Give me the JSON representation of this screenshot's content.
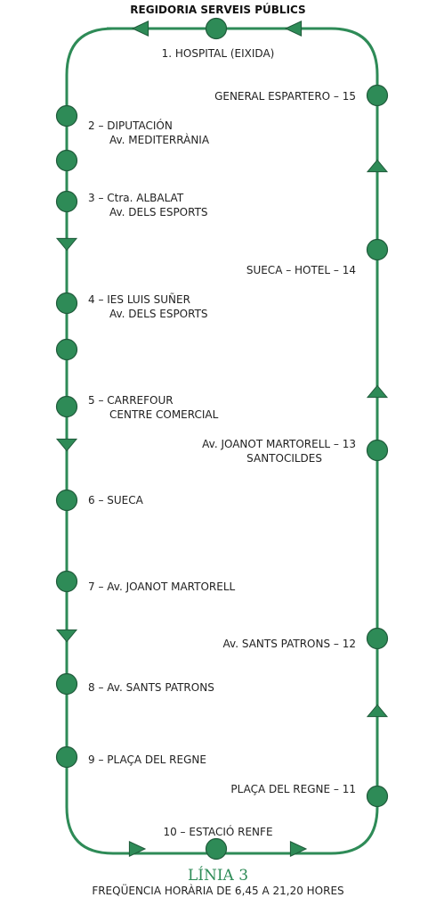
{
  "header": {
    "title": "REGIDORIA SERVEIS PÚBLICS"
  },
  "footer": {
    "line_name": "LÍNIA 3",
    "frequency": "FREQÜENCIA HORÀRIA DE 6,45 A 21,20 HORES"
  },
  "colors": {
    "route": "#2e8b57",
    "stop_fill": "#2e8b57",
    "stop_stroke": "#1f5a3a"
  },
  "stops": {
    "s1": {
      "line1": "1. HOSPITAL (EIXIDA)"
    },
    "s2": {
      "line1": "2 – DIPUTACIÓN",
      "line2": "Av. MEDITERRÀNIA"
    },
    "s3": {
      "line1": "3 – Ctra. ALBALAT",
      "line2": "Av. DELS ESPORTS"
    },
    "s4": {
      "line1": "4 – IES LUIS SUÑER",
      "line2": "Av. DELS ESPORTS"
    },
    "s5": {
      "line1": "5 – CARREFOUR",
      "line2": "CENTRE COMERCIAL"
    },
    "s6": {
      "line1": "6 – SUECA"
    },
    "s7": {
      "line1": "7 – Av. JOANOT MARTORELL"
    },
    "s8": {
      "line1": "8 – Av. SANTS PATRONS"
    },
    "s9": {
      "line1": "9 – PLAÇA DEL REGNE"
    },
    "s10": {
      "line1": "10 – ESTACIÓ RENFE"
    },
    "s11": {
      "line1": "PLAÇA DEL REGNE – 11"
    },
    "s12": {
      "line1": "Av. SANTS PATRONS – 12"
    },
    "s13": {
      "line1": "Av. JOANOT MARTORELL – 13",
      "line2": "SANTOCILDES"
    },
    "s14": {
      "line1": "SUECA – HOTEL – 14"
    },
    "s15": {
      "line1": "GENERAL ESPARTERO – 15"
    }
  }
}
